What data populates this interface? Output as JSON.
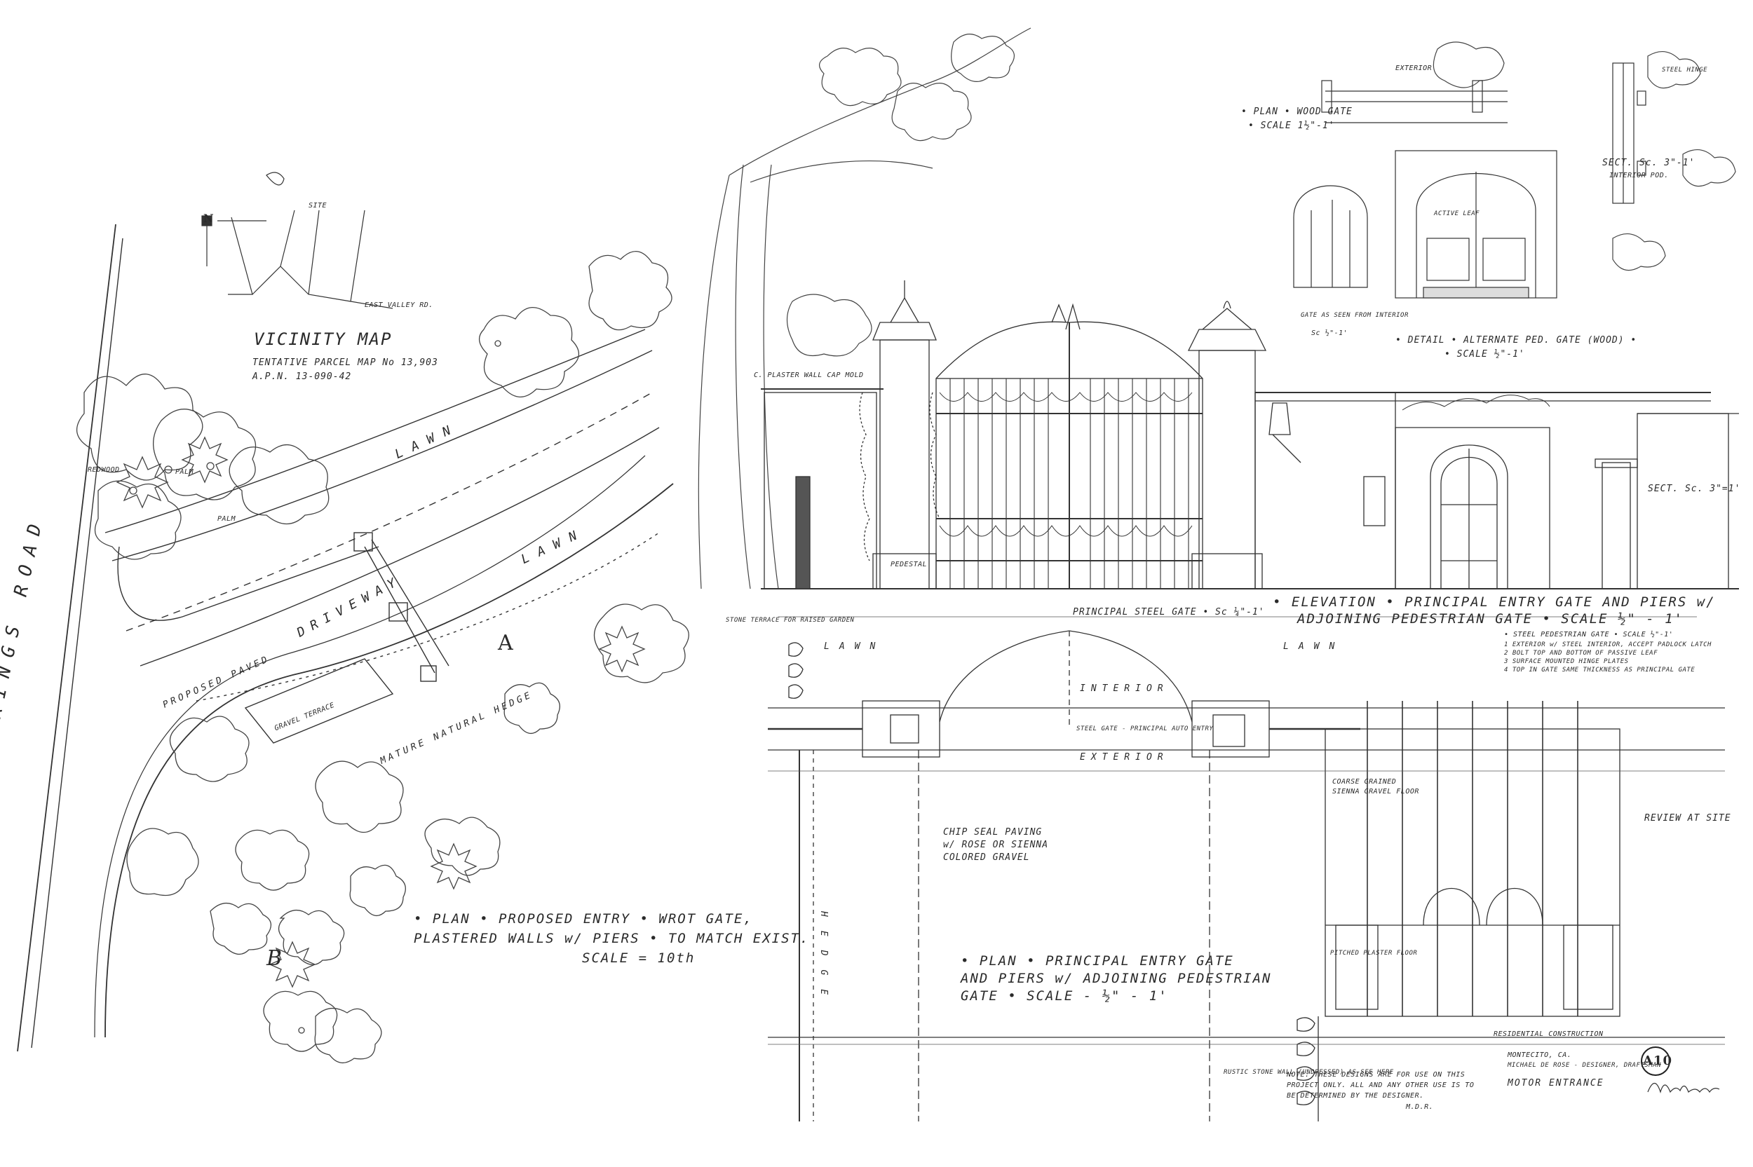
{
  "sheet": {
    "vicinity_map": {
      "title": "VICINITY MAP",
      "north": "N",
      "line1": "TENTATIVE PARCEL MAP No 13,903",
      "line2": "A.P.N. 13-090-42",
      "site": "SITE",
      "east_valley": "EAST VALLEY RD."
    },
    "site_plan": {
      "road": "COLD SPRINGS ROAD",
      "lawn": "LAWN",
      "driveway": "DRIVEWAY",
      "proposed_paved": "PROPOSED PAVED",
      "gravel_terrace": "GRAVEL TERRACE",
      "mature_hedge": "MATURE NATURAL HEDGE",
      "redwood": "REDWOOD",
      "palm": "PALM",
      "label_a": "A",
      "label_b": "B",
      "title_line1": "• PLAN • PROPOSED ENTRY • WROT GATE,",
      "title_line2": "PLASTERED WALLS w/ PIERS • TO MATCH EXIST.",
      "scale": "SCALE = 10th"
    },
    "elevation": {
      "title_line1": "• ELEVATION • PRINCIPAL ENTRY GATE AND PIERS w/",
      "title_line2": "ADJOINING PEDESTRIAN GATE • SCALE ½\" - 1'",
      "principal_steel_gate": "PRINCIPAL STEEL GATE • Sc ¼\"-1'",
      "pedestrian_gate": "• STEEL PEDESTRIAN GATE • SCALE ½\"-1'",
      "note1": "1 EXTERIOR w/ STEEL INTERIOR, ACCEPT PADLOCK LATCH",
      "note2": "2 BOLT TOP AND BOTTOM OF PASSIVE LEAF",
      "note3": "3 SURFACE MOUNTED HINGE PLATES",
      "note4": "4 TOP IN GATE SAME THICKNESS AS PRINCIPAL GATE",
      "c_plaster_cap": "C. PLASTER WALL CAP MOLD",
      "pedestal": "PEDESTAL",
      "sect": "SECT. Sc. 3\"=1'"
    },
    "floor_plan": {
      "title_line1": "• PLAN • PRINCIPAL ENTRY GATE",
      "title_line2": "AND PIERS w/ ADJOINING PEDESTRIAN",
      "title_line3": "GATE • SCALE - ½\" - 1'",
      "lawn": "LAWN",
      "interior": "INTERIOR",
      "exterior": "EXTERIOR",
      "chip_seal1": "CHIP SEAL PAVING",
      "chip_seal2": "w/ ROSE OR SIENNA",
      "chip_seal3": "COLORED GRAVEL",
      "hedge": "HEDGE",
      "coarse_gravel1": "COARSE GRAINED",
      "coarse_gravel2": "SIENNA GRAVEL FLOOR",
      "steel_gate": "STEEL GATE - PRINCIPAL AUTO ENTRY",
      "pitched_floor": "PITCHED PLASTER FLOOR",
      "stone_terrace": "STONE TERRACE FOR RAISED GARDEN",
      "rustic_wall": "RUSTIC STONE WALL (UNDRESSED) AS SEE HERE",
      "review_at_site": "REVIEW AT SITE"
    },
    "details": {
      "plan_wood_gate_1": "• PLAN • WOOD GATE",
      "plan_wood_gate_2": "• SCALE 1½\"-1'",
      "exterior": "EXTERIOR",
      "sect": "SECT. Sc. 3\"-1'",
      "interior_pod": "INTERIOR POD.",
      "gate_as_seen": "GATE AS SEEN FROM INTERIOR",
      "gate_scale": "Sc ½\"-1'",
      "detail_alt_1": "• DETAIL • ALTERNATE PED. GATE (WOOD) •",
      "detail_alt_2": "• SCALE ½\"-1'",
      "active_leaf": "ACTIVE LEAF",
      "steel_hinge": "STEEL HINGE"
    },
    "title_block": {
      "residential": "RESIDENTIAL CONSTRUCTION",
      "location": "MONTECITO, CA.",
      "designer": "MICHAEL DE ROSE - DESIGNER, DRAFTSMAN",
      "project": "MOTOR ENTRANCE",
      "sheet_no": "A10",
      "note1": "NOTE: THESE DESIGNS ARE FOR USE ON THIS",
      "note2": "PROJECT ONLY. ALL AND ANY OTHER USE IS TO",
      "note3": "BE DETERMINED BY THE DESIGNER.",
      "initials": "M.D.R."
    }
  },
  "colors": {
    "ink": "#2b2b2b",
    "paper": "#ffffff",
    "wash": "#e2e2e2"
  }
}
